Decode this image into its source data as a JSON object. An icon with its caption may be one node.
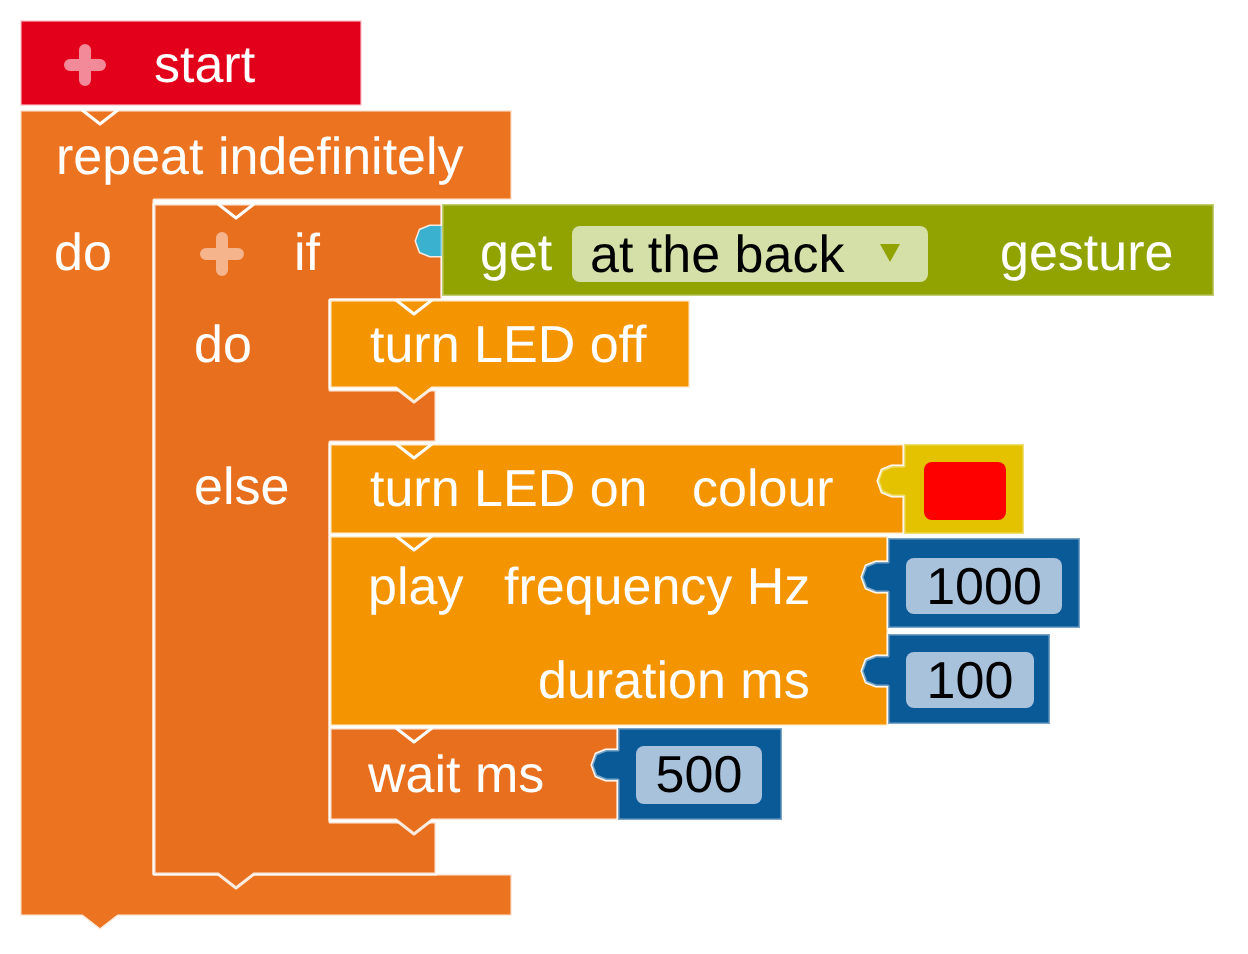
{
  "diagram": {
    "nodes": [
      {
        "text": [
          "start"
        ]
      },
      {
        "text": [
          "repeat indefinitely",
          "do"
        ]
      },
      {
        "text": [
          "if",
          "do",
          "else"
        ],
        "in": 1
      },
      {
        "text": [
          "get",
          "at the back",
          "gesture"
        ]
      },
      {
        "text": [
          "turn LED off"
        ]
      },
      {
        "text": [
          "turn LED on",
          "colour"
        ]
      },
      {
        "text": [],
        "shape": "box"
      },
      {
        "text": [
          "play",
          "frequency Hz",
          "duration ms"
        ]
      },
      {
        "text": [
          "1000"
        ]
      },
      {
        "text": [
          "100"
        ]
      },
      {
        "text": [
          "wait ms"
        ]
      },
      {
        "text": [
          "500"
        ]
      }
    ]
  }
}
